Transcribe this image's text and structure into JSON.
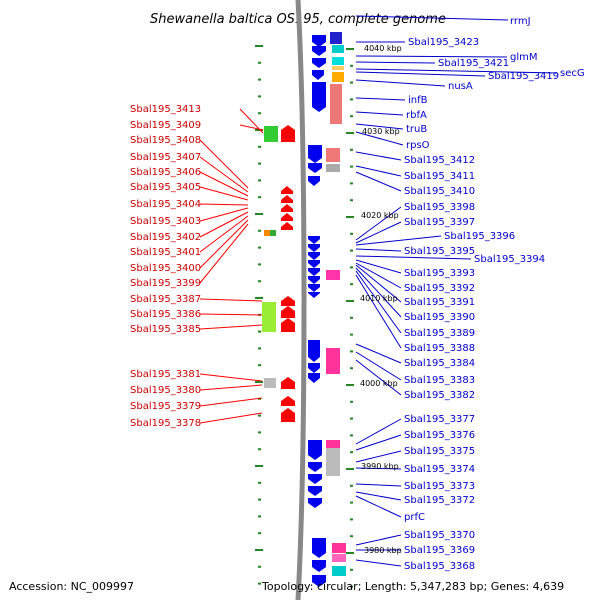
{
  "title": "Shewanella baltica OS195, complete genome",
  "footer": {
    "accession": "Accession: NC_009997",
    "topology": "Topology: circular; Length: 5,347,283 bp; Genes: 4,639"
  },
  "colors": {
    "forward_label": "#cc0000",
    "reverse_label": "#0000cc",
    "backbone": "#888888",
    "tick": "#228822"
  },
  "kbp_markers": [
    "4040 kbp",
    "4030 kbp",
    "4020 kbp",
    "4010 kbp",
    "4000 kbp",
    "3990 kbp",
    "3980 kbp"
  ],
  "left_genes": [
    "Sbal195_3413",
    "Sbal195_3409",
    "Sbal195_3408",
    "Sbal195_3407",
    "Sbal195_3406",
    "Sbal195_3405",
    "Sbal195_3404",
    "Sbal195_3403",
    "Sbal195_3402",
    "Sbal195_3401",
    "Sbal195_3400",
    "Sbal195_3399",
    "Sbal195_3387",
    "Sbal195_3386",
    "Sbal195_3385",
    "Sbal195_3381",
    "Sbal195_3380",
    "Sbal195_3379",
    "Sbal195_3378"
  ],
  "right_genes": [
    "rrmJ",
    "Sbal195_3423",
    "glmM",
    "Sbal195_3421",
    "secG",
    "Sbal195_3419",
    "nusA",
    "infB",
    "rbfA",
    "truB",
    "rpsO",
    "Sbal195_3412",
    "Sbal195_3411",
    "Sbal195_3410",
    "Sbal195_3398",
    "Sbal195_3397",
    "Sbal195_3396",
    "Sbal195_3395",
    "Sbal195_3394",
    "Sbal195_3393",
    "Sbal195_3392",
    "Sbal195_3391",
    "Sbal195_3390",
    "Sbal195_3389",
    "Sbal195_3388",
    "Sbal195_3384",
    "Sbal195_3383",
    "Sbal195_3382",
    "Sbal195_3377",
    "Sbal195_3376",
    "Sbal195_3375",
    "Sbal195_3374",
    "Sbal195_3373",
    "Sbal195_3372",
    "prfC",
    "Sbal195_3370",
    "Sbal195_3369",
    "Sbal195_3368"
  ]
}
